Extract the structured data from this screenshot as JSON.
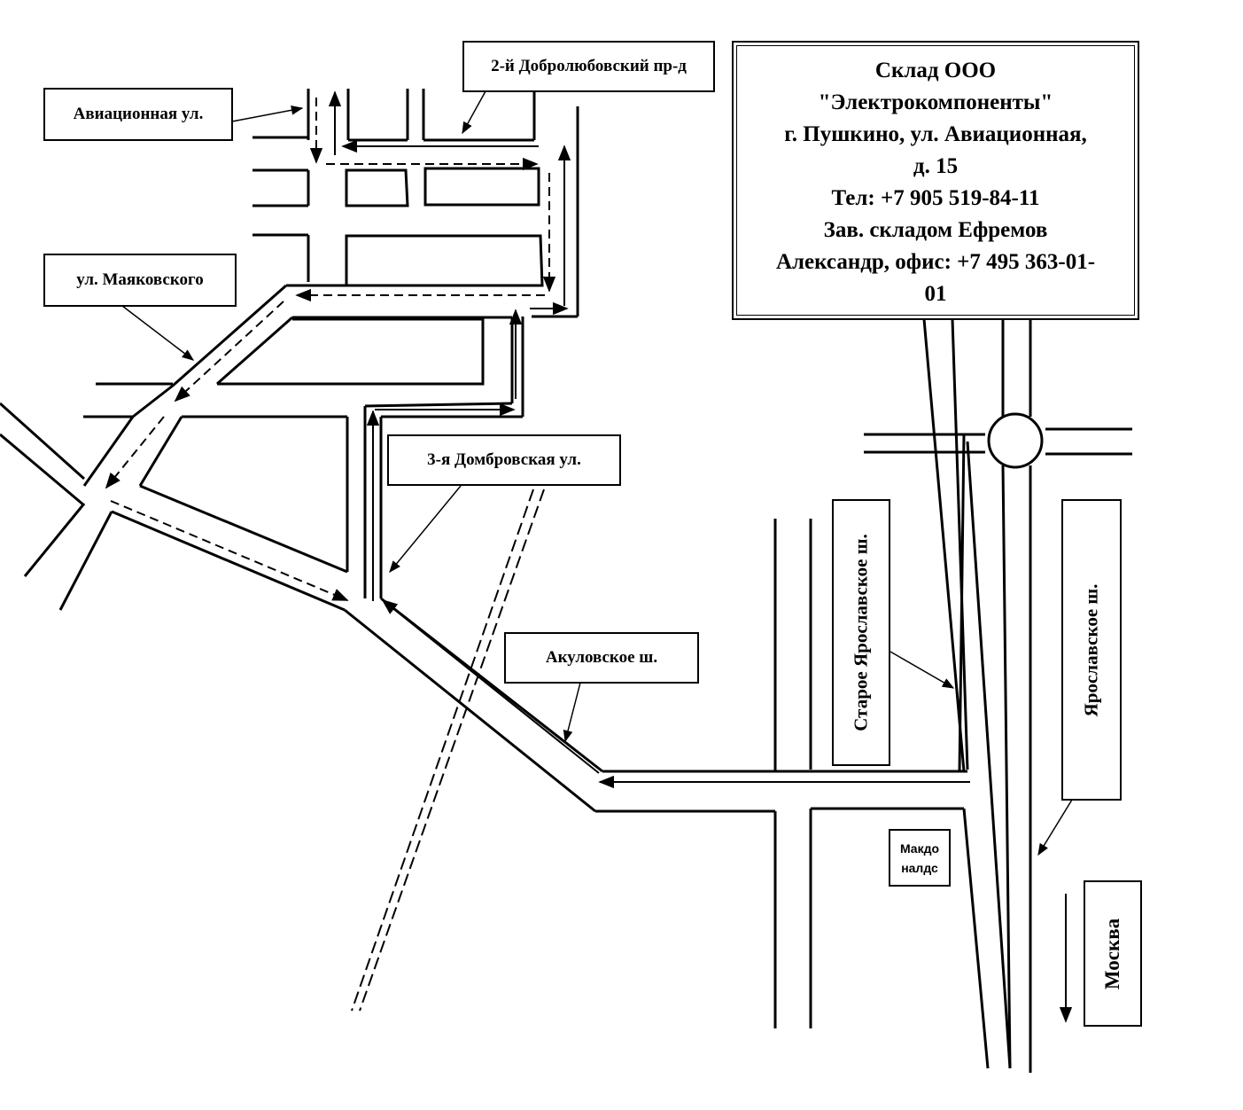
{
  "info": {
    "title": "Склад ООО",
    "company": "\"Электрокомпоненты\"",
    "address_line1": "г. Пушкино, ул. Авиационная,",
    "address_line2": "д. 15",
    "phone": "Тел: +7 905 519-84-11",
    "manager": "Зав. складом Ефремов",
    "office_line1": "Александр, офис: +7 495 363-01-",
    "office_line2": "01"
  },
  "streets": {
    "aviatsionnaya": "Авиационная ул.",
    "dobrolyubovsky": "2-й Добролюбовский пр-д",
    "mayakovskogo": "ул. Маяковского",
    "dombrovskaya": "3-я Домбровская ул.",
    "akulovskoe": "Акуловское ш.",
    "staroe_yaroslavskoe": "Старое Ярославское ш.",
    "yaroslavskoe": "Ярославское ш.",
    "moskva": "Москва"
  },
  "landmarks": {
    "mcdonalds_line1": "Макдо",
    "mcdonalds_line2": "налдс"
  },
  "colors": {
    "ink": "#000000",
    "paper": "#ffffff"
  }
}
